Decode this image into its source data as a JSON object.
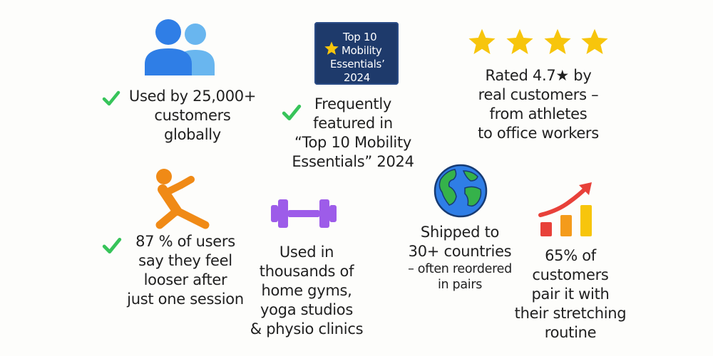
{
  "users_block": {
    "icon": "users-icon",
    "lines": [
      "Used by 25,000+",
      "customers",
      "globally"
    ]
  },
  "badge_block": {
    "badge_lines": [
      "Top 10",
      "Mobility",
      "Essentials’",
      "2024"
    ],
    "lines": [
      "Frequently",
      "featured in",
      "“Top 10 Mobility",
      "Essentials” 2024"
    ]
  },
  "rating_block": {
    "stars": 4,
    "lines": [
      "Rated 4.7★ by",
      "real customers –",
      "from athletes",
      "to office workers"
    ]
  },
  "stretch_block": {
    "icon": "stretching-person-icon",
    "lines": [
      "87 % of users",
      "say they feel",
      "looser after",
      "just one session"
    ]
  },
  "dumbbell_block": {
    "icon": "dumbbell-icon",
    "lines": [
      "Used in",
      "thousands of",
      "home gyms,",
      "yoga studios",
      "& physio clinics"
    ]
  },
  "globe_block": {
    "icon": "globe-icon",
    "lines": [
      "Shipped to",
      "30+ countries"
    ],
    "sub_lines": [
      "– often reordered",
      "in pairs"
    ]
  },
  "growth_block": {
    "icon": "growth-chart-icon",
    "lines": [
      "65% of",
      "customers",
      "pair it with",
      "their stretching",
      "routine"
    ]
  },
  "colors": {
    "check": "#37c45a",
    "users": "#2f7ee6",
    "badge": "#1e3a6b",
    "star": "#f7c50c",
    "stretch": "#f08a16",
    "dumbbell": "#9d5ce9",
    "arrow": "#e8413a"
  }
}
